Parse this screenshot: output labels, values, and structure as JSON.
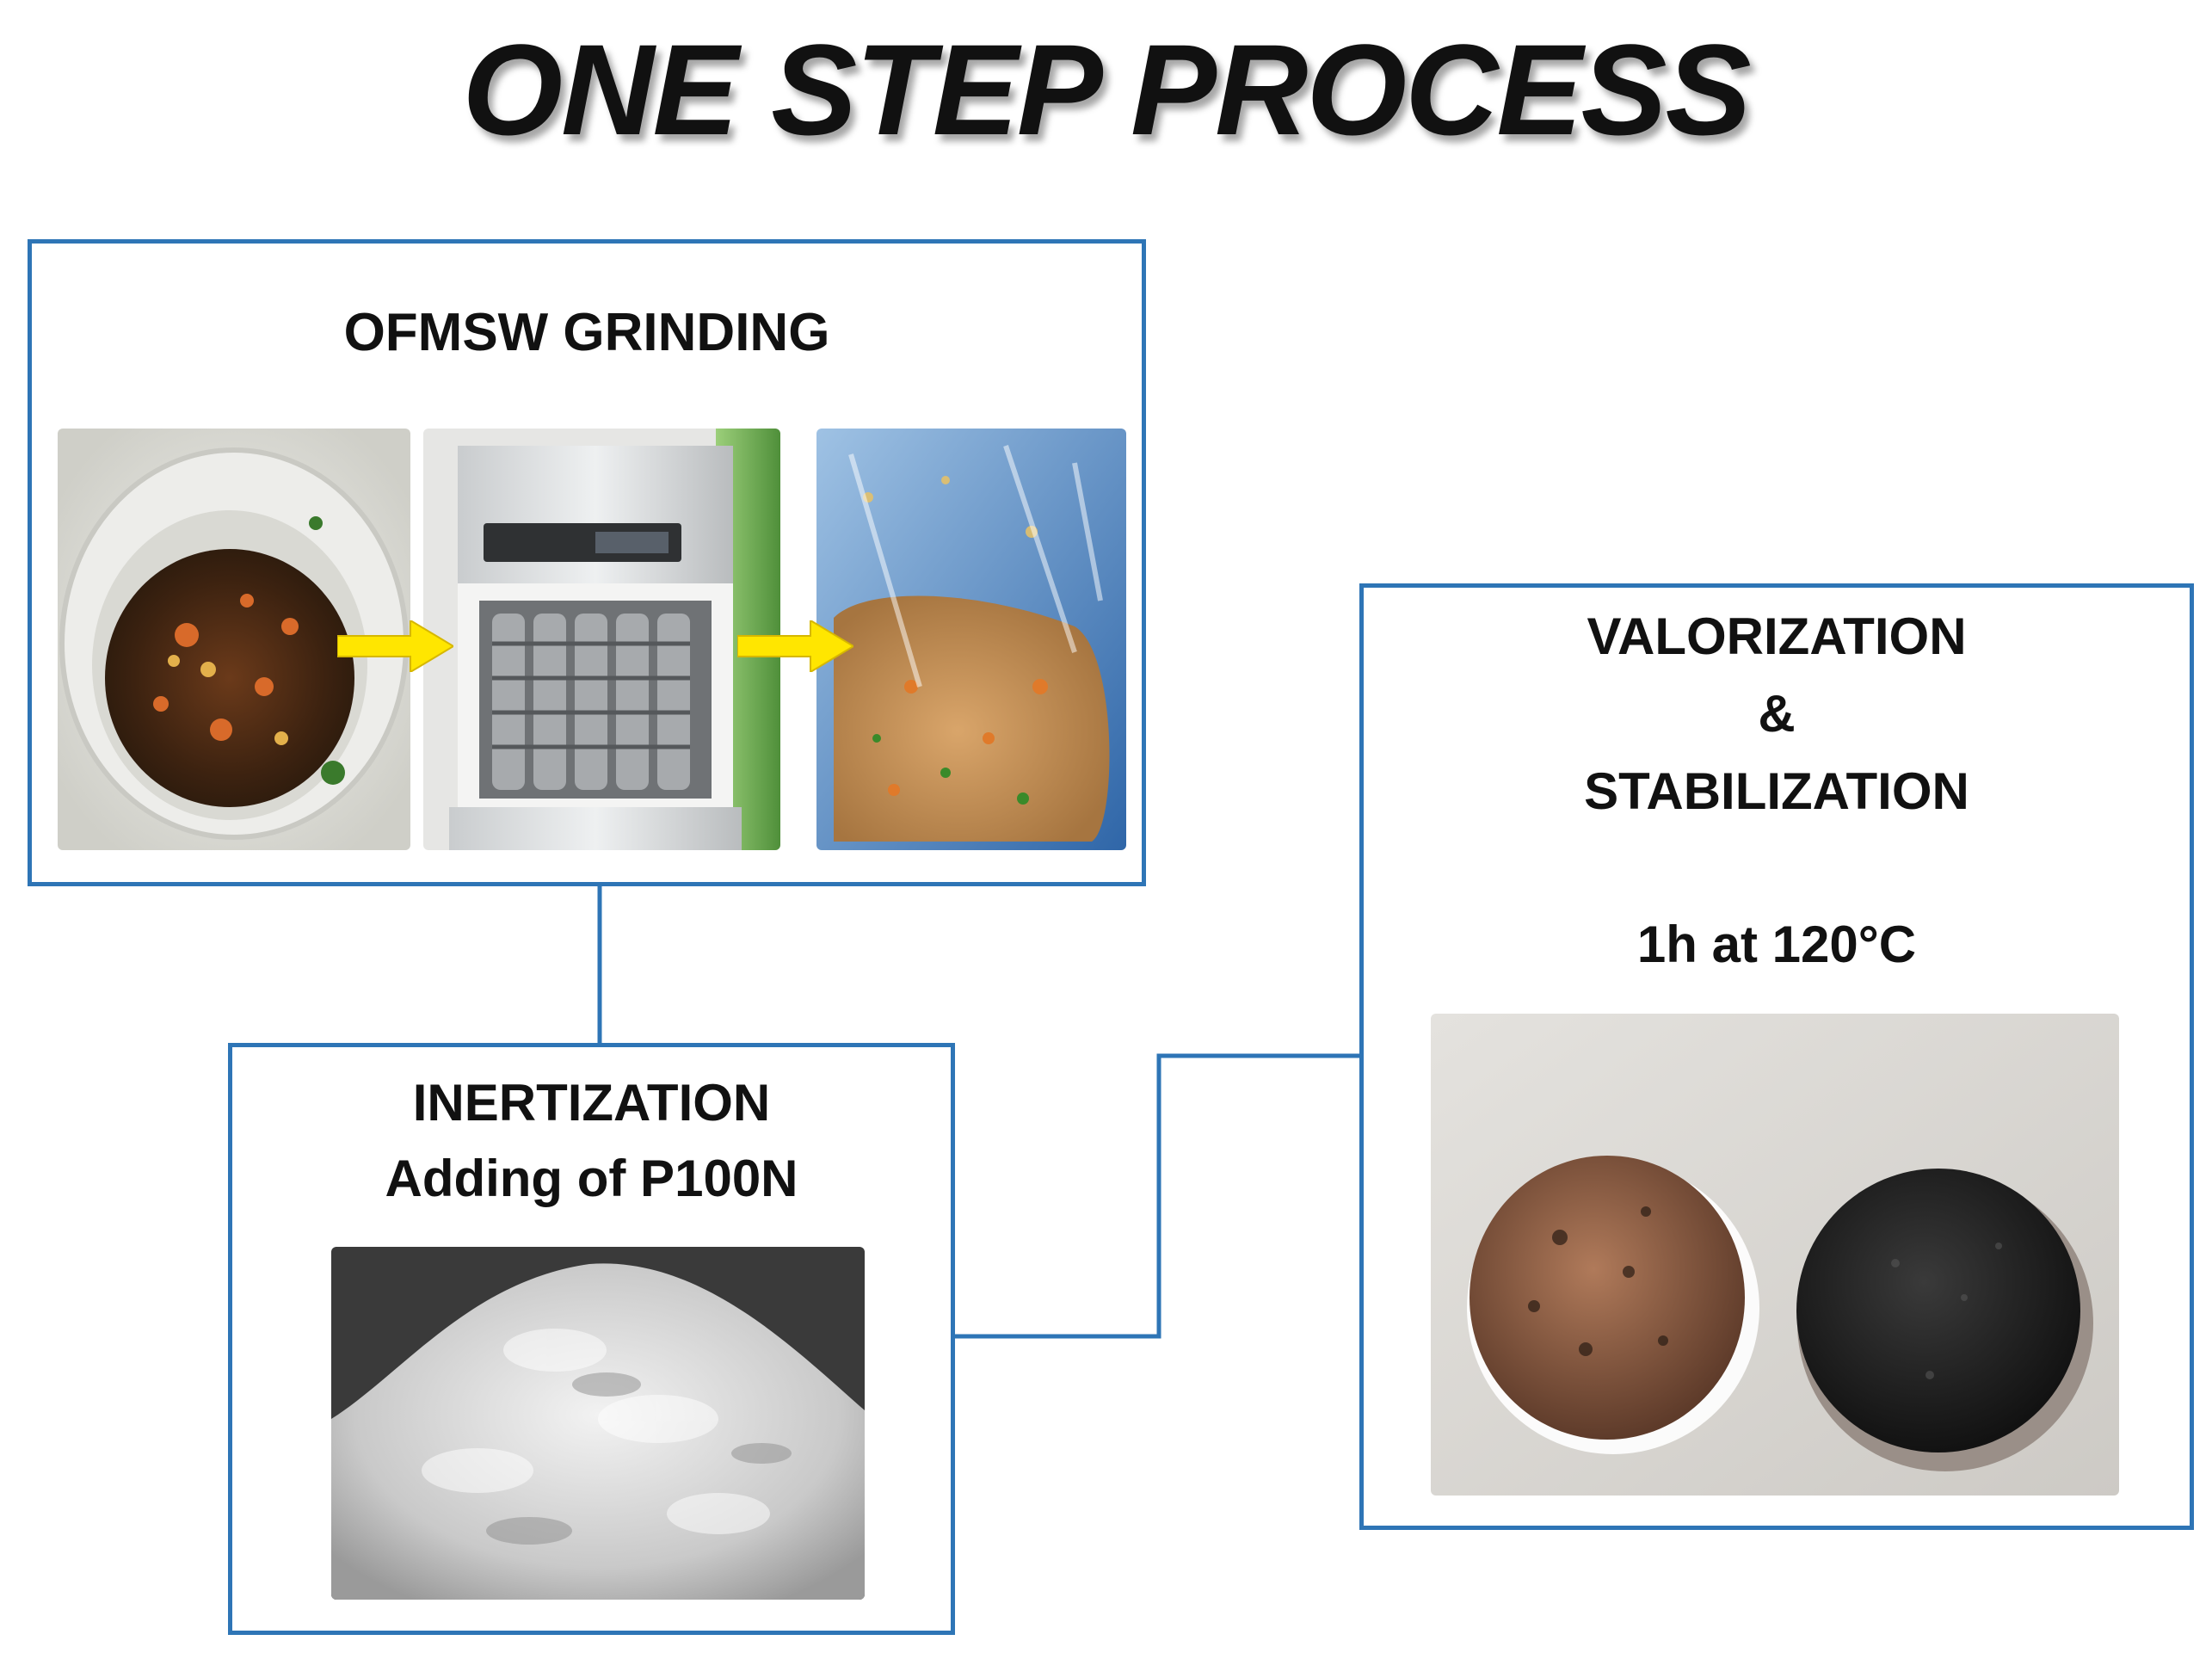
{
  "title": "ONE STEP PROCESS",
  "boxes": {
    "grinding": {
      "label": "OFMSW GRINDING"
    },
    "inertization": {
      "line1": "INERTIZATION",
      "line2": "Adding of P100N"
    },
    "valorization": {
      "line1": "VALORIZATION",
      "line2": "&",
      "line3": "STABILIZATION",
      "line4": "1h at 120°C"
    }
  },
  "colors": {
    "box_border": "#2e75b6",
    "arrow": "#ffe600"
  }
}
